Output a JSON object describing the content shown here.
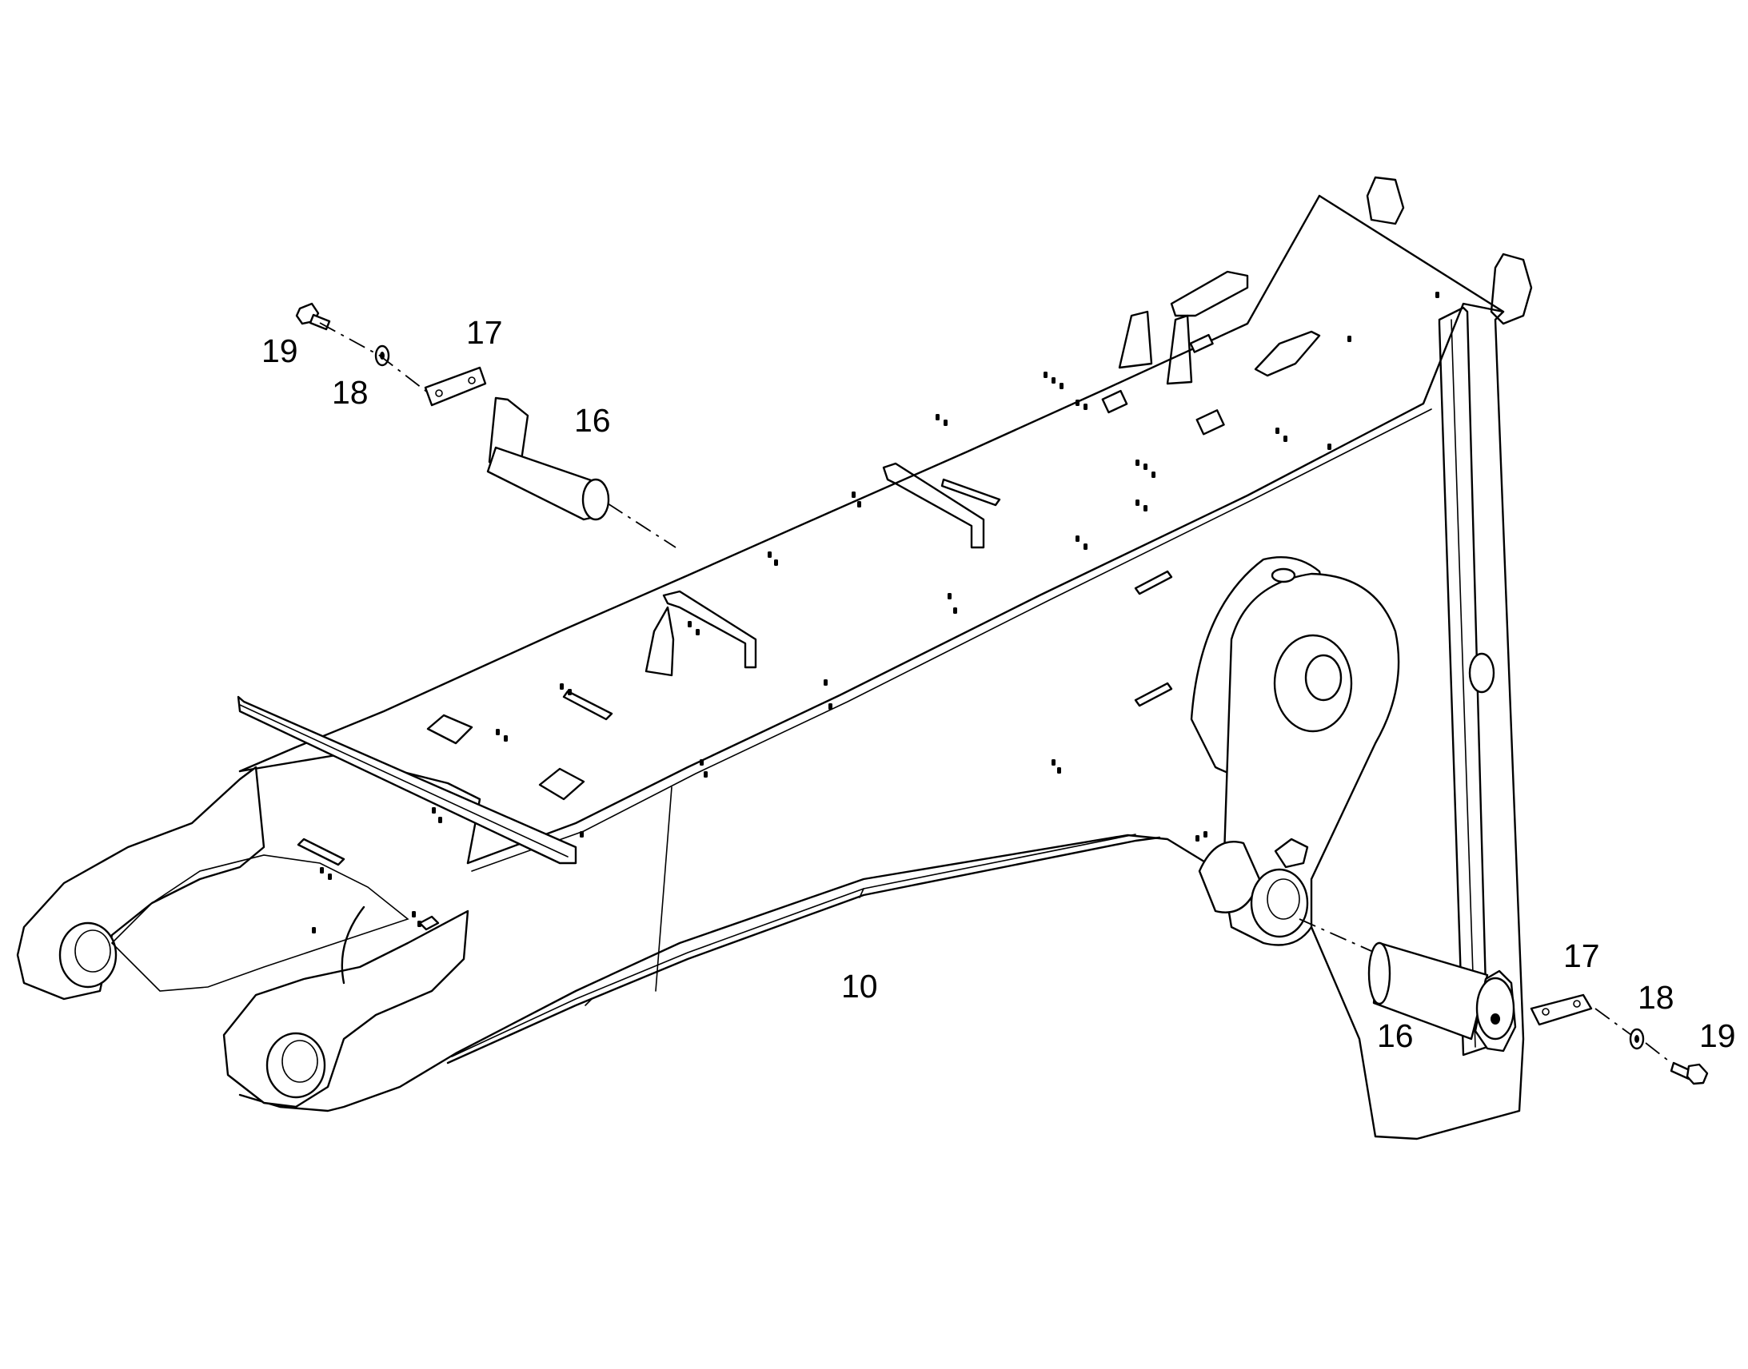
{
  "diagram": {
    "callouts": [
      {
        "id": "c-19-left",
        "label": "19"
      },
      {
        "id": "c-18-left",
        "label": "18"
      },
      {
        "id": "c-17-left",
        "label": "17"
      },
      {
        "id": "c-16-left",
        "label": "16"
      },
      {
        "id": "c-10",
        "label": "10"
      },
      {
        "id": "c-17-right",
        "label": "17"
      },
      {
        "id": "c-18-right",
        "label": "18"
      },
      {
        "id": "c-16-right",
        "label": "16"
      },
      {
        "id": "c-19-right",
        "label": "19"
      }
    ]
  }
}
